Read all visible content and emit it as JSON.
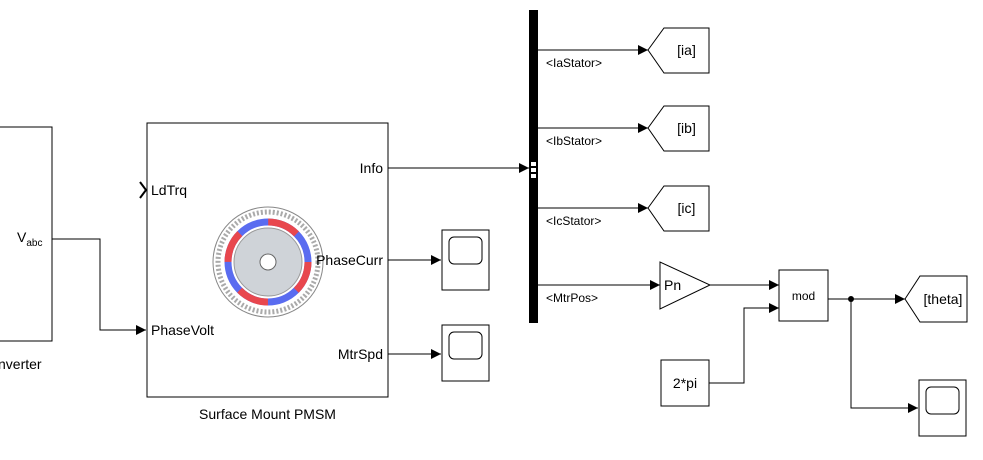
{
  "inverter": {
    "label": "nverter",
    "port_v": "V",
    "port_v_sub": "abc"
  },
  "pmsm": {
    "name": "Surface Mount PMSM",
    "in_ldtrq": "LdTrq",
    "in_phasevolt": "PhaseVolt",
    "out_info": "Info",
    "out_phasecurr": "PhaseCurr",
    "out_mtrspd": "MtrSpd"
  },
  "bus_signals": [
    "<IaStator>",
    "<IbStator>",
    "<IcStator>",
    "<MtrPos>"
  ],
  "goto_tags": {
    "ia": "[ia]",
    "ib": "[ib]",
    "ic": "[ic]",
    "theta": "[theta]"
  },
  "gain": {
    "label": "Pn"
  },
  "mod_block": {
    "label": "mod"
  },
  "constant": {
    "label": "2*pi"
  },
  "colors": {
    "stator_red": "#e8474e",
    "stator_blue": "#5a6cf0",
    "ink": "#000000"
  },
  "icons": [
    "scope-icon",
    "motor-icon",
    "arrowhead-icon"
  ]
}
